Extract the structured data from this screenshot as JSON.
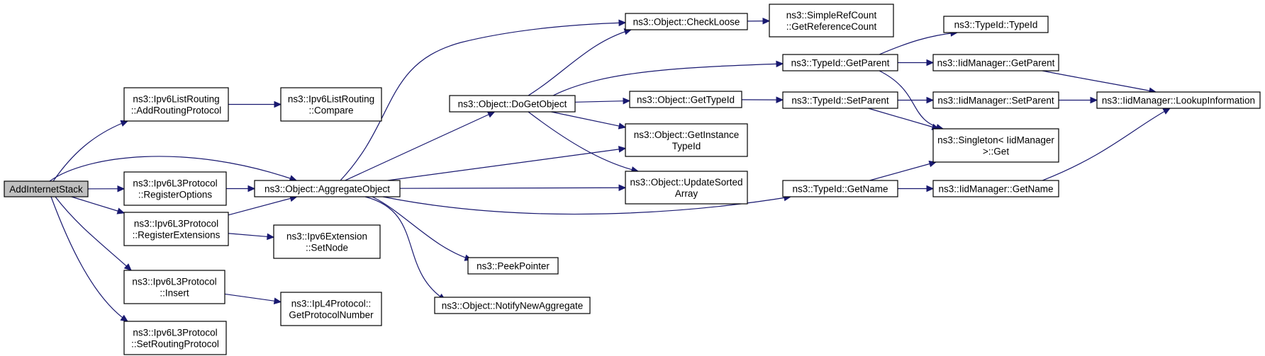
{
  "nodes": [
    {
      "id": "root",
      "lines": [
        "AddInternetStack"
      ],
      "root": true
    },
    {
      "id": "lr_add",
      "lines": [
        "ns3::Ipv6ListRouting",
        "::AddRoutingProtocol"
      ]
    },
    {
      "id": "lr_cmp",
      "lines": [
        "ns3::Ipv6ListRouting",
        "::Compare"
      ]
    },
    {
      "id": "l3_opts",
      "lines": [
        "ns3::Ipv6L3Protocol",
        "::RegisterOptions"
      ]
    },
    {
      "id": "l3_ext",
      "lines": [
        "ns3::Ipv6L3Protocol",
        "::RegisterExtensions"
      ]
    },
    {
      "id": "l3_ins",
      "lines": [
        "ns3::Ipv6L3Protocol",
        "::Insert"
      ]
    },
    {
      "id": "l3_srp",
      "lines": [
        "ns3::Ipv6L3Protocol",
        "::SetRoutingProtocol"
      ]
    },
    {
      "id": "agg",
      "lines": [
        "ns3::Object::AggregateObject"
      ]
    },
    {
      "id": "ext_set",
      "lines": [
        "ns3::Ipv6Extension",
        "::SetNode"
      ]
    },
    {
      "id": "l4_num",
      "lines": [
        "ns3::IpL4Protocol::",
        "GetProtocolNumber"
      ]
    },
    {
      "id": "dgo",
      "lines": [
        "ns3::Object::DoGetObject"
      ]
    },
    {
      "id": "peek",
      "lines": [
        "ns3::PeekPointer"
      ]
    },
    {
      "id": "notify",
      "lines": [
        "ns3::Object::NotifyNewAggregate"
      ]
    },
    {
      "id": "check",
      "lines": [
        "ns3::Object::CheckLoose"
      ]
    },
    {
      "id": "gti",
      "lines": [
        "ns3::Object::GetTypeId"
      ]
    },
    {
      "id": "gin",
      "lines": [
        "ns3::Object::GetInstance",
        "TypeId"
      ]
    },
    {
      "id": "usa",
      "lines": [
        "ns3::Object::UpdateSorted",
        "Array"
      ]
    },
    {
      "id": "refc",
      "lines": [
        "ns3::SimpleRefCount",
        "::GetReferenceCount"
      ]
    },
    {
      "id": "t_gp",
      "lines": [
        "ns3::TypeId::GetParent"
      ]
    },
    {
      "id": "t_sp",
      "lines": [
        "ns3::TypeId::SetParent"
      ]
    },
    {
      "id": "t_gn",
      "lines": [
        "ns3::TypeId::GetName"
      ]
    },
    {
      "id": "t_ti",
      "lines": [
        "ns3::TypeId::TypeId"
      ]
    },
    {
      "id": "iid_gp",
      "lines": [
        "ns3::IidManager::GetParent"
      ]
    },
    {
      "id": "iid_sp",
      "lines": [
        "ns3::IidManager::SetParent"
      ]
    },
    {
      "id": "single",
      "lines": [
        "ns3::Singleton< IidManager",
        ">::Get"
      ]
    },
    {
      "id": "iid_gn",
      "lines": [
        "ns3::IidManager::GetName"
      ]
    },
    {
      "id": "iid_li",
      "lines": [
        "ns3::IidManager::LookupInformation"
      ]
    }
  ],
  "edges": [
    [
      "root",
      "lr_add"
    ],
    [
      "root",
      "agg"
    ],
    [
      "root",
      "l3_opts"
    ],
    [
      "root",
      "l3_ext"
    ],
    [
      "root",
      "l3_ins"
    ],
    [
      "root",
      "l3_srp"
    ],
    [
      "lr_add",
      "lr_cmp"
    ],
    [
      "l3_opts",
      "agg"
    ],
    [
      "l3_ext",
      "agg"
    ],
    [
      "l3_ext",
      "ext_set"
    ],
    [
      "l3_ins",
      "l4_num"
    ],
    [
      "agg",
      "dgo"
    ],
    [
      "agg",
      "check"
    ],
    [
      "agg",
      "gin"
    ],
    [
      "agg",
      "usa"
    ],
    [
      "agg",
      "t_gn"
    ],
    [
      "agg",
      "peek"
    ],
    [
      "agg",
      "notify"
    ],
    [
      "dgo",
      "check"
    ],
    [
      "dgo",
      "t_gp"
    ],
    [
      "dgo",
      "gti"
    ],
    [
      "dgo",
      "gin"
    ],
    [
      "dgo",
      "usa"
    ],
    [
      "check",
      "refc"
    ],
    [
      "gti",
      "t_sp"
    ],
    [
      "t_gp",
      "t_ti"
    ],
    [
      "t_gp",
      "iid_gp"
    ],
    [
      "t_gp",
      "single"
    ],
    [
      "t_sp",
      "iid_sp"
    ],
    [
      "t_sp",
      "single"
    ],
    [
      "t_gn",
      "single"
    ],
    [
      "t_gn",
      "iid_gn"
    ],
    [
      "iid_gp",
      "iid_li"
    ],
    [
      "iid_sp",
      "iid_li"
    ],
    [
      "iid_gn",
      "iid_li"
    ]
  ],
  "colors": {
    "edge": "#191970",
    "root_fill": "#bfbfbf",
    "node_fill": "#ffffff",
    "border": "#000000"
  }
}
